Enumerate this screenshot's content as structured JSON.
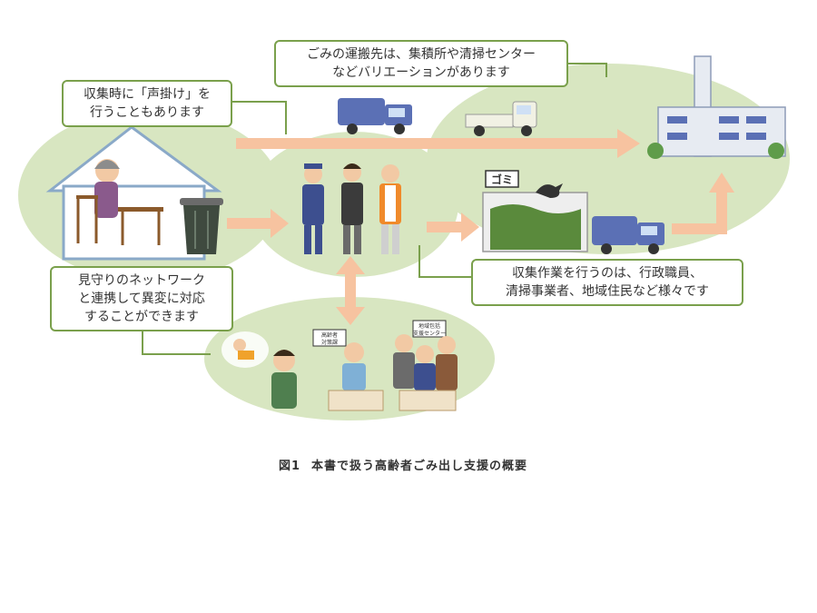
{
  "callouts": {
    "transport_dest": [
      "ごみの運搬先は、集積所や清掃センター",
      "などバリエーションがあります"
    ],
    "voice_call": [
      "収集時に「声掛け」を",
      "行うこともあります"
    ],
    "network": [
      "見守りのネットワーク",
      "と連携して異変に対応",
      "することができます"
    ],
    "workers": [
      "収集作業を行うのは、行政職員、",
      "清掃事業者、地域住民など様々です"
    ]
  },
  "signs": {
    "gomi": "ゴミ",
    "office1": [
      "高齢者",
      "対策課"
    ],
    "office2": [
      "地域包括",
      "支援センター"
    ]
  },
  "caption": {
    "label": "図1",
    "title": "本書で扱う高齢者ごみ出し支援の概要"
  },
  "colors": {
    "bubble_green": "#d8e6c1",
    "arrow_orange": "#f7c3a0",
    "border_green": "#7aa04c",
    "truck_blue": "#5b70b5"
  }
}
